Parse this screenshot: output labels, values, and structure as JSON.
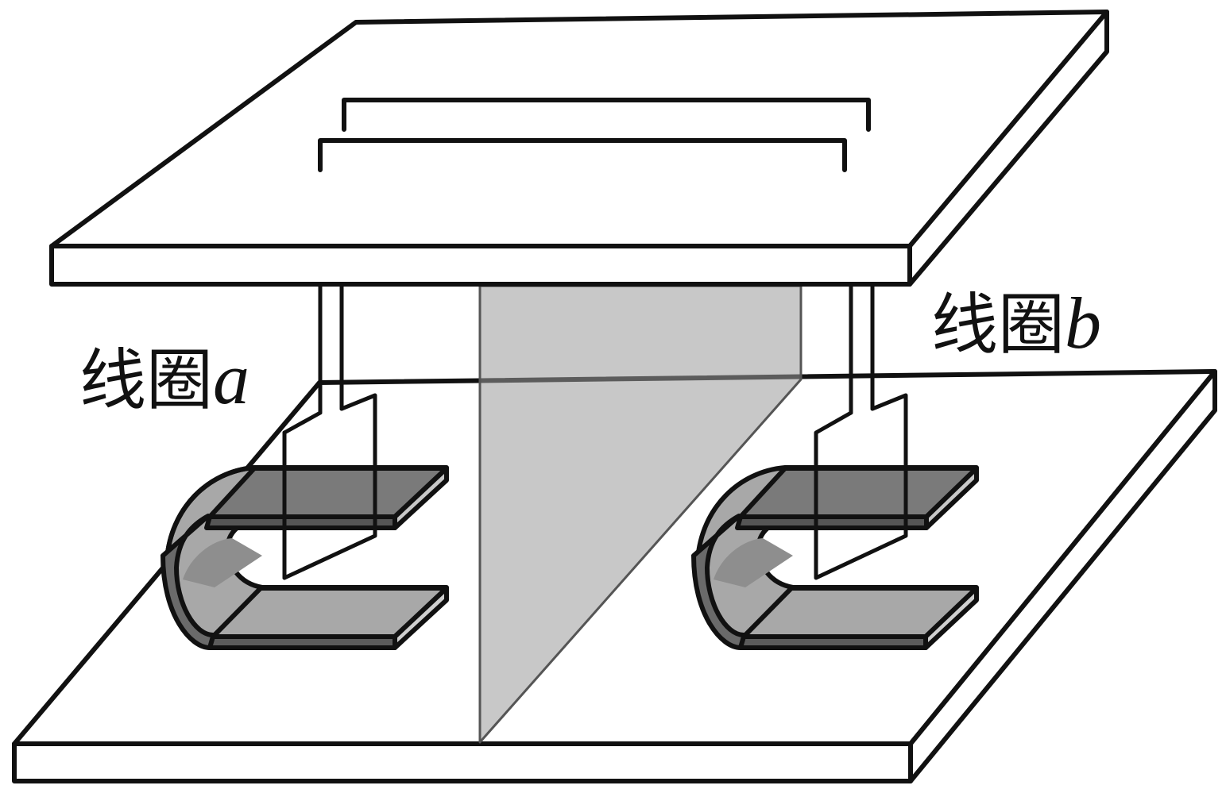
{
  "coil_a": {
    "prefix": "线圈",
    "var": "a"
  },
  "coil_b": {
    "prefix": "线圈",
    "var": "b"
  }
}
